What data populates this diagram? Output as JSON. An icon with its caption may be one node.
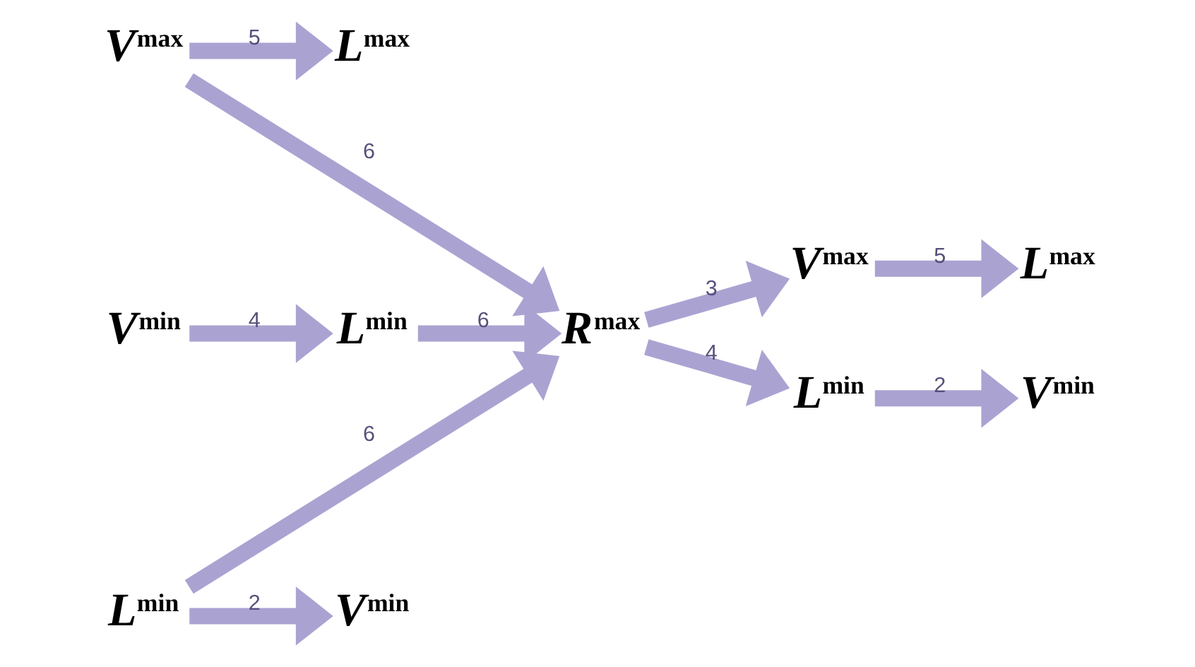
{
  "diagram": {
    "nodes": [
      {
        "text": [
          "*V*$^{max}$"
        ]
      },
      {
        "text": [
          "*L*$^{max}$"
        ]
      },
      {
        "text": [
          "*V*$^{min}$"
        ]
      },
      {
        "text": [
          "*L*$^{min}$"
        ]
      },
      {
        "text": [
          "*R*$^{max}$"
        ]
      },
      {
        "text": [
          "*L*$^{min}$"
        ]
      },
      {
        "text": [
          "*V*$^{min}$"
        ]
      },
      {
        "text": [
          "*V*$^{max}$"
        ]
      },
      {
        "text": [
          "*L*$^{max}$"
        ]
      },
      {
        "text": [
          "*L*$^{min}$"
        ]
      },
      {
        "text": [
          "*V*$^{min}$"
        ]
      }
    ],
    "edges": [
      {
        "from": 0,
        "to": 1,
        "arrow": "to",
        "label": "5"
      },
      {
        "from": 0,
        "to": 4,
        "arrow": "to",
        "label": "6"
      },
      {
        "from": 2,
        "to": 3,
        "arrow": "to",
        "label": "4"
      },
      {
        "from": 3,
        "to": 4,
        "arrow": "to",
        "label": "6"
      },
      {
        "from": 5,
        "to": 4,
        "arrow": "to",
        "label": "6"
      },
      {
        "from": 5,
        "to": 6,
        "arrow": "to",
        "label": "2"
      },
      {
        "from": 4,
        "to": 7,
        "arrow": "to",
        "label": "3"
      },
      {
        "from": 7,
        "to": 8,
        "arrow": "to",
        "label": "5"
      },
      {
        "from": 4,
        "to": 9,
        "arrow": "to",
        "label": "4"
      },
      {
        "from": 9,
        "to": 10,
        "arrow": "to",
        "label": "2"
      }
    ]
  }
}
